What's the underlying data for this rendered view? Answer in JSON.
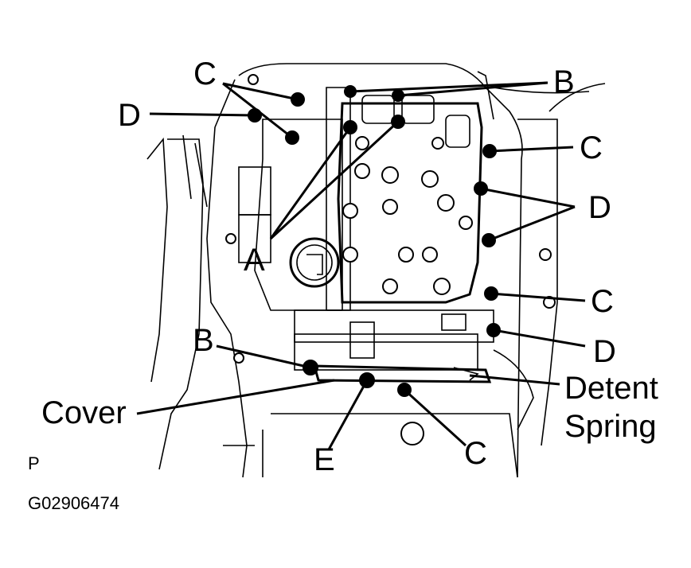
{
  "labels": {
    "C_top": "C",
    "D_top_left": "D",
    "B_top_right": "B",
    "C_right_upper": "C",
    "D_right_middle": "D",
    "A": "A",
    "C_right_lower": "C",
    "D_right_lower": "D",
    "B_left": "B",
    "detent_spring_line1": "Detent",
    "detent_spring_line2": "Spring",
    "cover": "Cover",
    "E": "E",
    "C_bottom": "C",
    "view_marker": "P"
  },
  "figure_code": "G02906474"
}
